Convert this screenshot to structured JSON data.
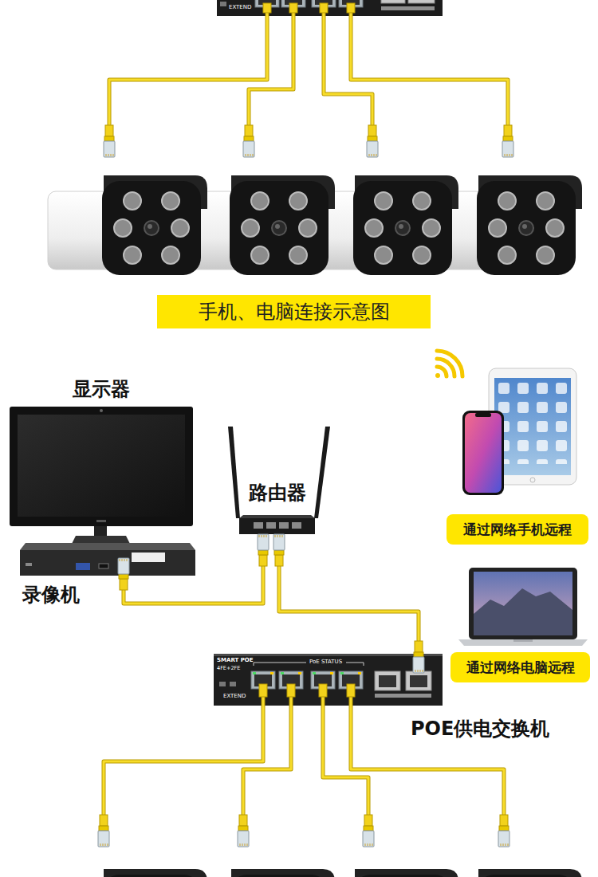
{
  "diagram": {
    "title": "手机、电脑连接示意图",
    "nodes": [
      {
        "text": [
          "显示器"
        ]
      },
      {
        "text": [
          "录像机"
        ]
      },
      {
        "text": [
          "路由器"
        ]
      },
      {
        "text": [
          "通过网络手机远程"
        ]
      },
      {
        "text": [
          "通过网络电脑远程"
        ]
      },
      {
        "text": [
          "POE供电交换机"
        ]
      }
    ],
    "edges": [
      {
        "from": 1,
        "to": 2,
        "arrow": "none"
      },
      {
        "from": 2,
        "to": 5,
        "arrow": "none"
      }
    ],
    "labels": [
      "EXTEND",
      "SMART POE",
      "4FE+2FE",
      "PoE STATUS",
      "EXTEND"
    ]
  }
}
